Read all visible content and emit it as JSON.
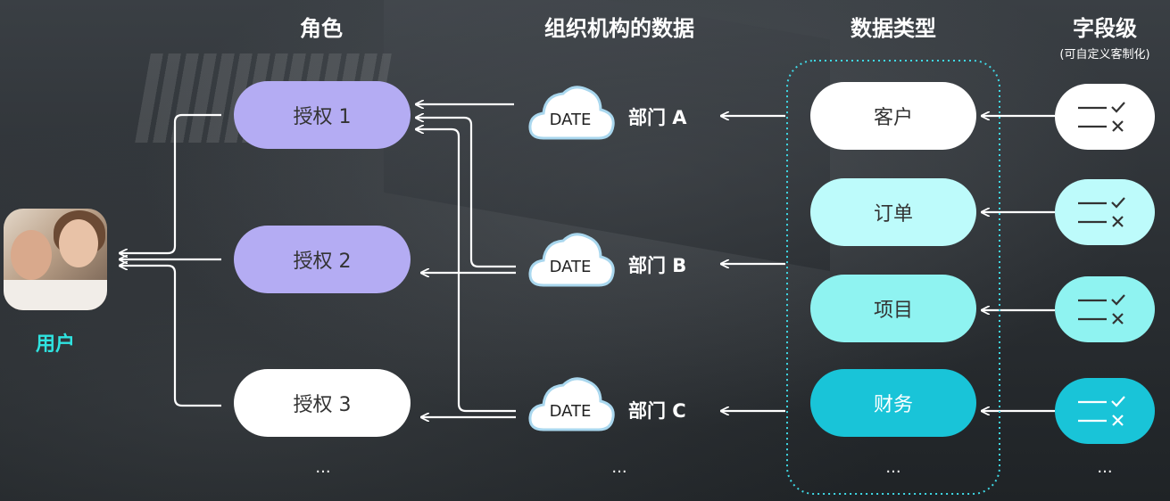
{
  "headers": {
    "role": "角色",
    "org_data": "组织机构的数据",
    "data_type": "数据类型",
    "field_level": "字段级",
    "field_level_note": "(可自定义客制化)"
  },
  "user": {
    "label": "用户"
  },
  "roles": [
    {
      "label": "授权 1",
      "color": "#b4acf3"
    },
    {
      "label": "授权 2",
      "color": "#b4acf3"
    },
    {
      "label": "授权 3",
      "color": "#ffffff"
    }
  ],
  "departments": [
    {
      "cloud": "DATE",
      "label": "部门 A"
    },
    {
      "cloud": "DATE",
      "label": "部门 B"
    },
    {
      "cloud": "DATE",
      "label": "部门 C"
    }
  ],
  "data_types": [
    {
      "label": "客户",
      "color": "#ffffff",
      "text_color": "#333333"
    },
    {
      "label": "订单",
      "color": "#bdfbfb",
      "text_color": "#333333"
    },
    {
      "label": "项目",
      "color": "#8ff3f1",
      "text_color": "#333333"
    },
    {
      "label": "财务",
      "color": "#19c4d8",
      "text_color": "#ffffff"
    }
  ],
  "fields": [
    {
      "color": "#ffffff",
      "mark_color": "#333333"
    },
    {
      "color": "#bdfbfb",
      "mark_color": "#333333"
    },
    {
      "color": "#8ff3f1",
      "mark_color": "#333333"
    },
    {
      "color": "#19c4d8",
      "mark_color": "#ffffff"
    }
  ],
  "ellipsis": {
    "roles": "...",
    "departments": "...",
    "data_types": "...",
    "fields": "..."
  },
  "colors": {
    "accent": "#2fe3e0",
    "dotted_border": "#3fd9e6",
    "line": "#ffffff"
  }
}
